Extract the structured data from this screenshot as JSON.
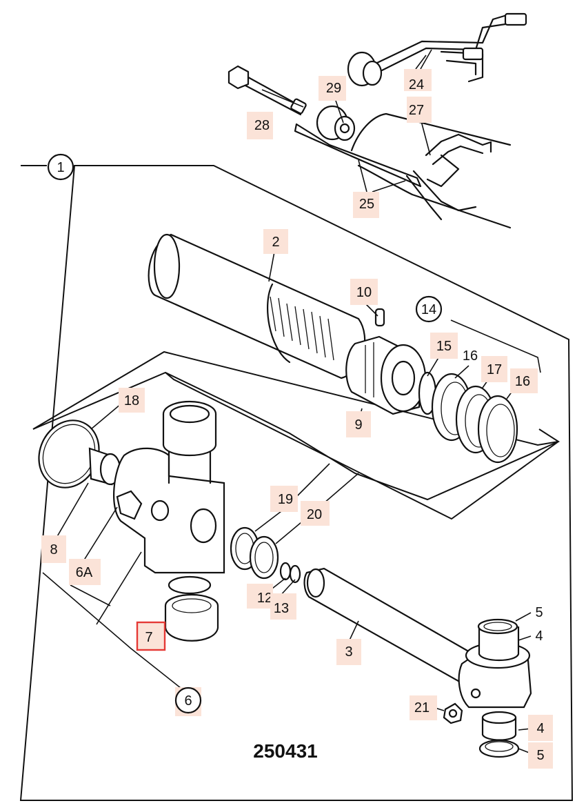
{
  "drawing_number": "250431",
  "selected_label": "7",
  "callouts": {
    "c1": "1",
    "c2": "2",
    "c3": "3",
    "c4a": "4",
    "c4b": "4",
    "c5a": "5",
    "c5b": "5",
    "c6": "6",
    "c6a": "6A",
    "c7": "7",
    "c8": "8",
    "c9": "9",
    "c10": "10",
    "c12": "12",
    "c13": "13",
    "c14": "14",
    "c15": "15",
    "c16a": "16",
    "c16b": "16",
    "c17": "17",
    "c18": "18",
    "c19": "19",
    "c20": "20",
    "c21": "21",
    "c24": "24",
    "c25": "25",
    "c27": "27",
    "c28": "28",
    "c29": "29"
  },
  "colors": {
    "label_highlight": "#fbe3d8",
    "selection_border": "#e53935",
    "ink": "#111111"
  }
}
